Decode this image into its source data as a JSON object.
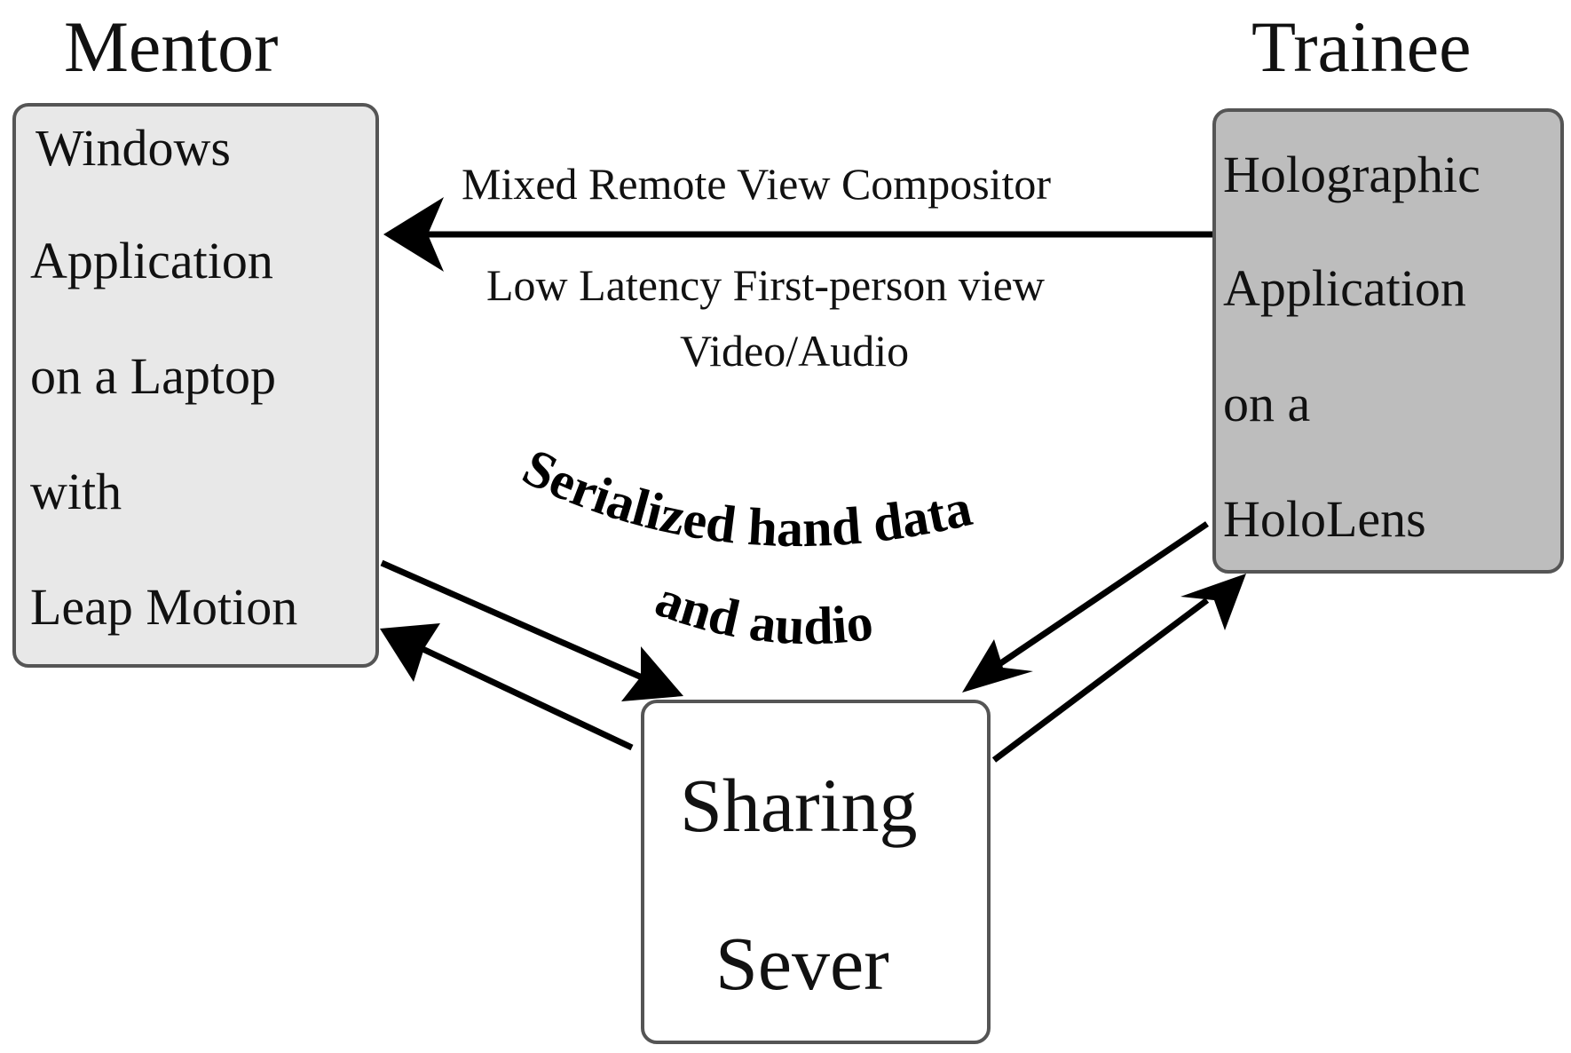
{
  "roles": {
    "mentor": "Mentor",
    "trainee": "Trainee"
  },
  "mentor_box": {
    "lines": [
      "Windows",
      "Application",
      "on a Laptop",
      "with",
      "Leap Motion"
    ],
    "fill": "#e8e8e8"
  },
  "trainee_box": {
    "lines": [
      "Holographic",
      "Application",
      "on a",
      "HoloLens"
    ],
    "fill": "#bdbdbd"
  },
  "server_box": {
    "lines": [
      "Sharing",
      "Sever"
    ],
    "fill": "#ffffff"
  },
  "edge_labels": {
    "top_above": "Mixed Remote View Compositor",
    "top_below_1": "Low Latency First-person view",
    "top_below_2": "Video/Audio",
    "hand_data_1": "Serialized hand data",
    "hand_data_2": "and audio"
  }
}
